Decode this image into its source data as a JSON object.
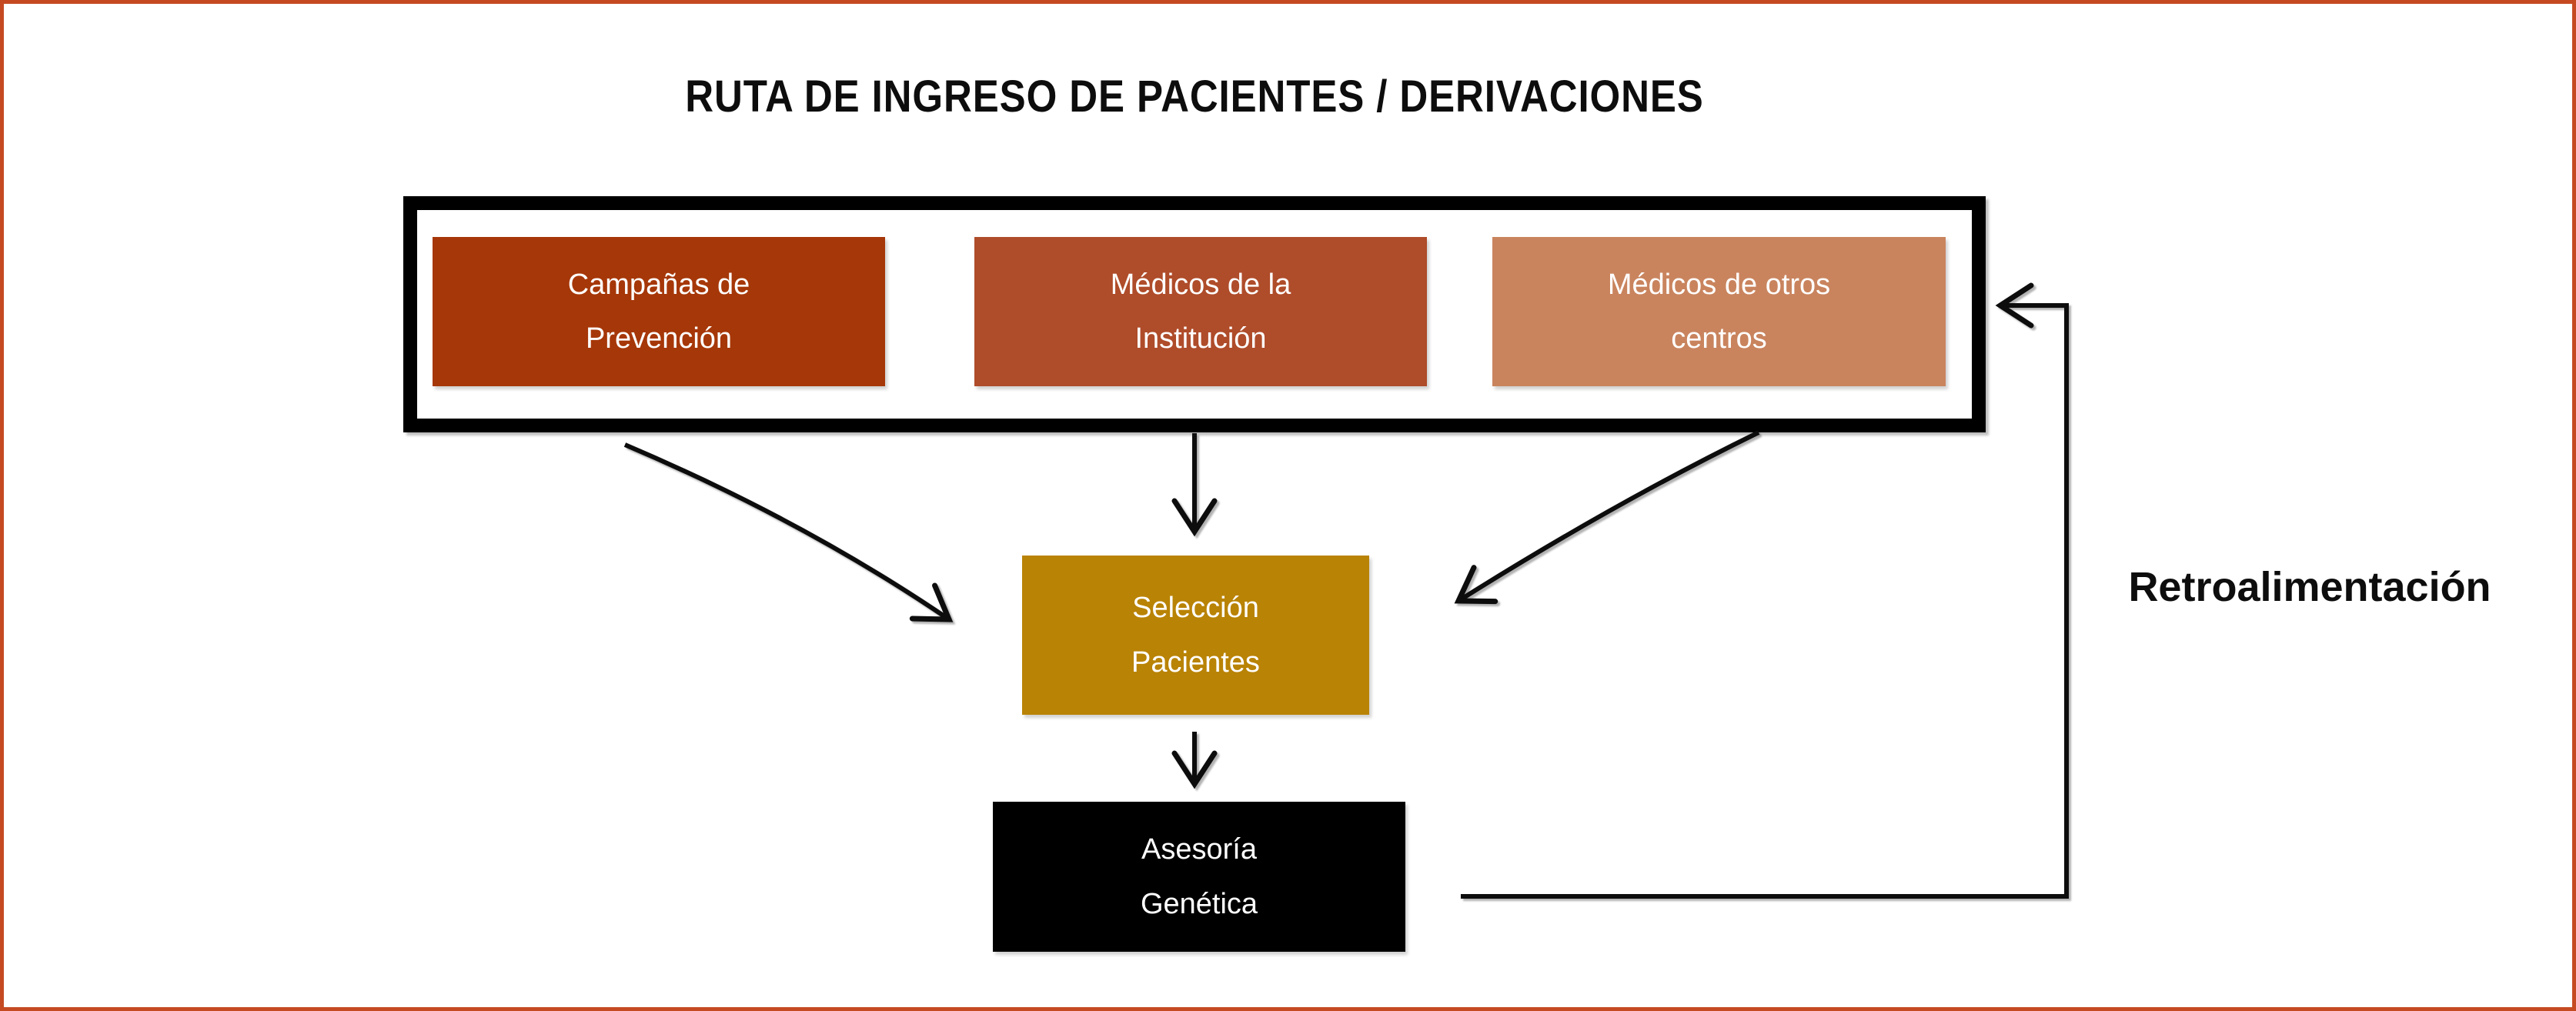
{
  "page": {
    "border_color": "#C54A22",
    "background_color": "#FFFFFF"
  },
  "title": "RUTA DE INGRESO DE PACIENTES / DERIVACIONES",
  "sources": {
    "items": [
      {
        "label": "Campañas de\nPrevención",
        "color": "#A63708"
      },
      {
        "label": "Médicos de la\nInstitución",
        "color": "#AF4C2A"
      },
      {
        "label": "Médicos de otros\ncentros",
        "color": "#C9845E"
      }
    ]
  },
  "selection": {
    "label": "Selección\nPacientes",
    "color": "#B98305"
  },
  "counseling": {
    "label": "Asesoría\nGenética",
    "color": "#000000"
  },
  "feedback": {
    "label": "Retroalimentación"
  },
  "arrow_color": "#0d0d0d"
}
